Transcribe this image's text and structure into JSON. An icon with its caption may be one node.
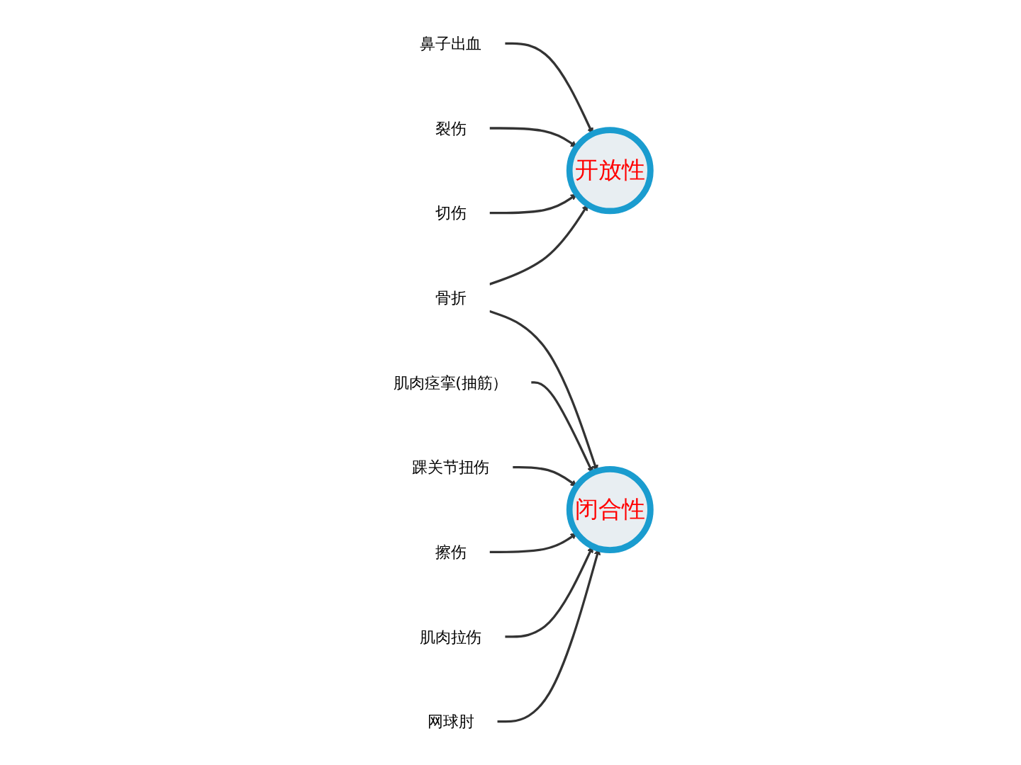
{
  "diagram": {
    "nodes": [
      {
        "text": [
          "鼻子出血"
        ]
      },
      {
        "text": [
          "肌肉痉挛(抽筋）"
        ]
      },
      {
        "text": [
          "开放性"
        ]
      },
      {
        "text": [
          "踝关节扭伤"
        ]
      },
      {
        "text": [
          "骨折"
        ]
      },
      {
        "text": [
          "擦伤"
        ]
      },
      {
        "text": [
          "肌肉拉伤"
        ]
      },
      {
        "text": [
          "网球肘"
        ]
      },
      {
        "text": [
          "闭合性"
        ]
      },
      {
        "text": [
          "裂伤"
        ]
      },
      {
        "text": [
          "切伤"
        ]
      }
    ],
    "edges": [
      {
        "from": 0,
        "to": 2,
        "arrow": "to"
      },
      {
        "from": 1,
        "to": 8,
        "arrow": "to"
      },
      {
        "from": 3,
        "to": 8,
        "arrow": "to"
      },
      {
        "from": 4,
        "to": 2,
        "arrow": "to"
      },
      {
        "from": 4,
        "to": 8,
        "arrow": "to"
      },
      {
        "from": 5,
        "to": 8,
        "arrow": "to"
      },
      {
        "from": 6,
        "to": 8,
        "arrow": "to"
      },
      {
        "from": 7,
        "to": 8,
        "arrow": "to"
      },
      {
        "from": 9,
        "to": 2,
        "arrow": "to"
      },
      {
        "from": 10,
        "to": 2,
        "arrow": "to"
      }
    ]
  }
}
